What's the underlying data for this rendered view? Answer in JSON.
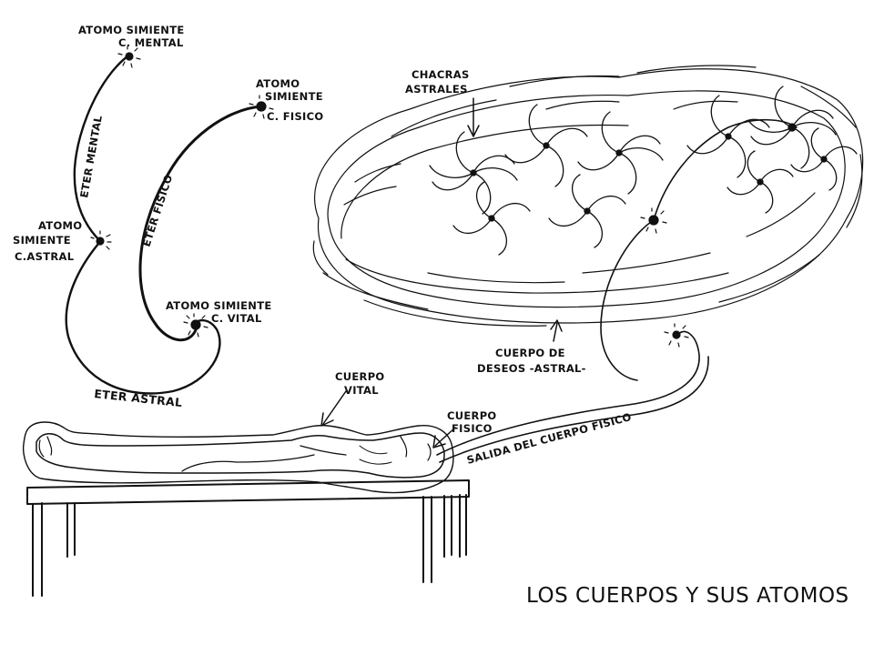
{
  "labels": {
    "atomo_mental": [
      "ATOMO SIMIENTE",
      "C. MENTAL"
    ],
    "atomo_fisico": [
      "ATOMO",
      "SIMIENTE",
      "C. FISICO"
    ],
    "atomo_astral": [
      "ATOMO",
      "SIMIENTE",
      "C.ASTRAL"
    ],
    "atomo_vital": [
      "ATOMO SIMIENTE",
      "C. VITAL"
    ],
    "eter_mental": "ETER MENTAL",
    "eter_fisico": "ETER FISICO",
    "eter_astral": "ETER ASTRAL",
    "chacras_astrales": [
      "CHACRAS",
      "ASTRALES"
    ],
    "cuerpo_deseos": [
      "CUERPO DE",
      "DESEOS -ASTRAL-"
    ],
    "cuerpo_vital": [
      "CUERPO",
      "VITAL"
    ],
    "cuerpo_fisico": [
      "CUERPO",
      "FISICO"
    ],
    "salida": "SALIDA DEL CUERPO FISICO",
    "title": "LOS CUERPOS Y SUS ATOMOS"
  }
}
